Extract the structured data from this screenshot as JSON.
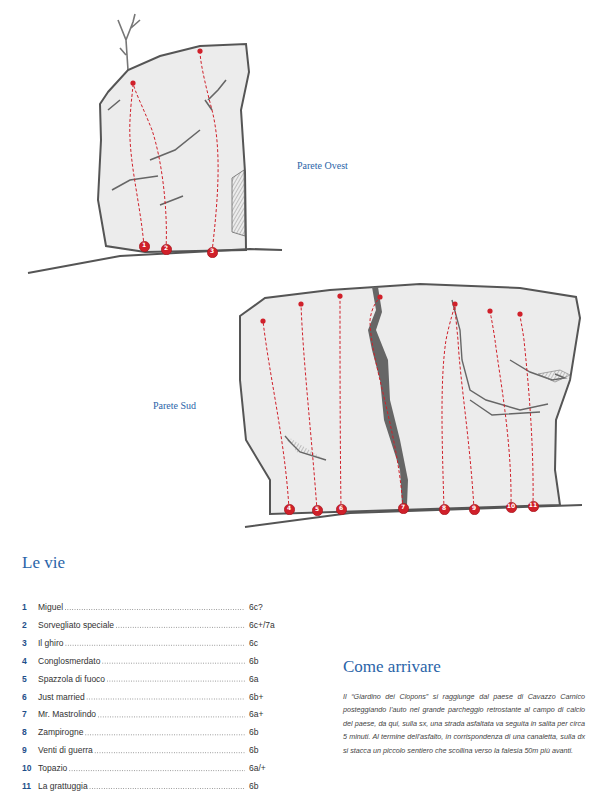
{
  "diagram": {
    "nodes": [
      {
        "text": [
          "1"
        ]
      },
      {
        "text": [
          "2"
        ]
      },
      {
        "text": [
          "3"
        ]
      },
      {
        "text": [
          "4"
        ]
      },
      {
        "text": [
          "5"
        ]
      },
      {
        "text": [
          "6"
        ]
      },
      {
        "text": [
          "7"
        ]
      },
      {
        "text": [
          "8"
        ]
      },
      {
        "text": [
          "9"
        ]
      },
      {
        "text": [
          "10"
        ]
      },
      {
        "text": [
          "11"
        ]
      }
    ],
    "labels": [
      "Parete Ovest",
      "Parete Sud",
      "Le vie",
      "1",
      "Miguel",
      "6c?",
      "2",
      "Sorvegliato speciale",
      "6c+/7a",
      "3",
      "Il ghiro",
      "6c",
      "4",
      "Conglosmerdato",
      "6b",
      "5",
      "Spazzola di fuoco",
      "6a",
      "6",
      "Just married",
      "6b+",
      "7",
      "Mr. Mastrolindo",
      "6a+",
      "8",
      "Zampirogne",
      "6b",
      "9",
      "Venti di guerra",
      "6b",
      "10",
      "Topazio",
      "6a/+",
      "11",
      "La grattuggia",
      "6b",
      "Come arrivare",
      "Il “Giardino dei Clopons” si raggiunge dal paese di Cavazzo Carnico posteggiando l’auto nel grande parcheggio retrostante al campo di calcio del paese, da qui, sulla sx, una strada asfaltata va seguita in salita per circa 5 minuti. Al termine dell’asfalto, in corrispondenza di una canaletta, sulla dx si stacca un piccolo sentiero che scollina verso la falesia 50m più avanti."
    ]
  }
}
